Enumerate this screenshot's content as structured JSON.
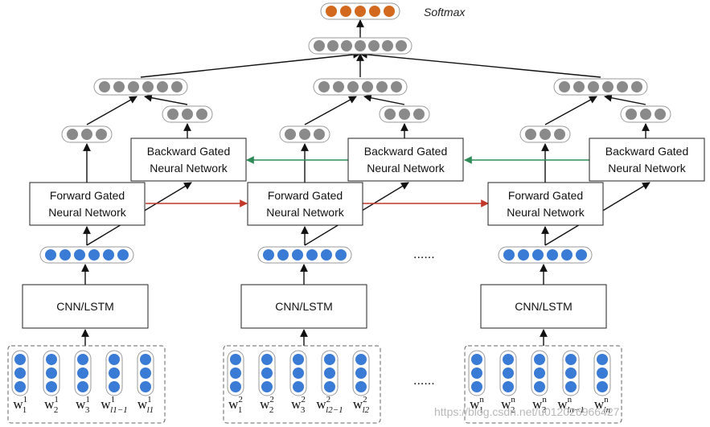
{
  "labels": {
    "softmax": "Softmax",
    "cnn_lstm": "CNN/LSTM",
    "forward": [
      "Forward Gated",
      "Neural Network"
    ],
    "backward": [
      "Backward Gated",
      "Neural Network"
    ],
    "ellipsis": "......"
  },
  "sentences": [
    {
      "words": [
        {
          "base": "w",
          "sup": "1",
          "sub": "1"
        },
        {
          "base": "w",
          "sup": "1",
          "sub": "2"
        },
        {
          "base": "w",
          "sup": "1",
          "sub": "3"
        },
        {
          "base": "w",
          "sup": "1",
          "sub": "l1−1"
        },
        {
          "base": "w",
          "sup": "1",
          "sub": "l1"
        }
      ]
    },
    {
      "words": [
        {
          "base": "w",
          "sup": "2",
          "sub": "1"
        },
        {
          "base": "w",
          "sup": "2",
          "sub": "2"
        },
        {
          "base": "w",
          "sup": "2",
          "sub": "3"
        },
        {
          "base": "w",
          "sup": "2",
          "sub": "l2−1"
        },
        {
          "base": "w",
          "sup": "2",
          "sub": "l2"
        }
      ]
    },
    {
      "words": [
        {
          "base": "w",
          "sup": "n",
          "sub": "1"
        },
        {
          "base": "w",
          "sup": "n",
          "sub": "2"
        },
        {
          "base": "w",
          "sup": "n",
          "sub": "3"
        },
        {
          "base": "w",
          "sup": "n",
          "sub": "ln−1"
        },
        {
          "base": "w",
          "sup": "n",
          "sub": "ln"
        }
      ]
    }
  ],
  "watermark": "https://blog.csdn.net/u012026966427",
  "colors": {
    "blue_node": "#3a7bd5",
    "gray_node": "#8a8a8a",
    "orange_node": "#d2691e",
    "forward_arrow": "#c0392b",
    "backward_arrow": "#2e8b57"
  }
}
